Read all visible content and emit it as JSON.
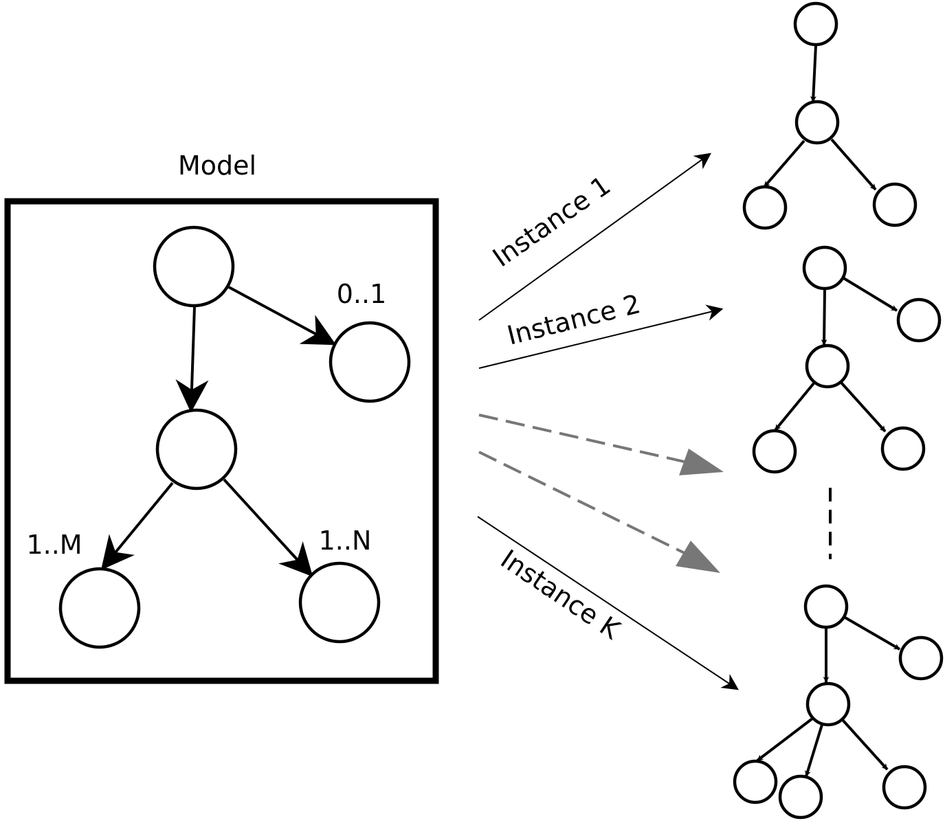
{
  "model": {
    "title": "Model",
    "multiplicities": {
      "optional": "0..1",
      "left_many": "1..M",
      "right_many": "1..N"
    }
  },
  "instances": {
    "first": "Instance 1",
    "second": "Instance 2",
    "last": "Instance K"
  },
  "colors": {
    "ink": "#000000",
    "dashed": "#777777",
    "background": "#ffffff"
  }
}
